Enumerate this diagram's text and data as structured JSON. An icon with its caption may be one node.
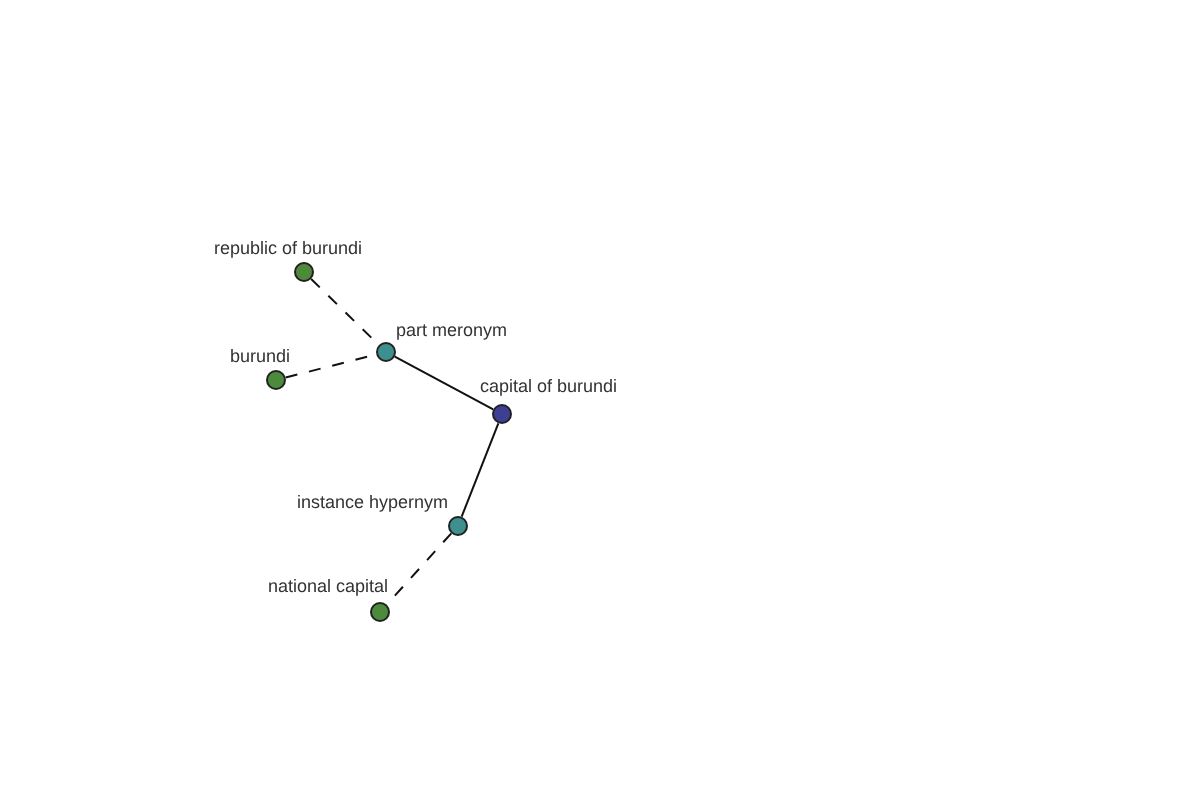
{
  "diagram": {
    "nodes": [
      {
        "text": [
          "republic of burundi"
        ]
      },
      {
        "text": [
          "part meronym"
        ]
      },
      {
        "text": [
          "burundi"
        ]
      },
      {
        "text": [
          "capital of burundi"
        ]
      },
      {
        "text": [
          "instance hypernym"
        ]
      },
      {
        "text": [
          "national capital"
        ]
      }
    ],
    "edges": [
      {
        "from": 0,
        "to": 1,
        "arrow": "none",
        "style": "dashed"
      },
      {
        "from": 2,
        "to": 1,
        "arrow": "none",
        "style": "dashed"
      },
      {
        "from": 1,
        "to": 3,
        "arrow": "none"
      },
      {
        "from": 3,
        "to": 4,
        "arrow": "none"
      },
      {
        "from": 4,
        "to": 5,
        "arrow": "none",
        "style": "dashed"
      }
    ]
  }
}
